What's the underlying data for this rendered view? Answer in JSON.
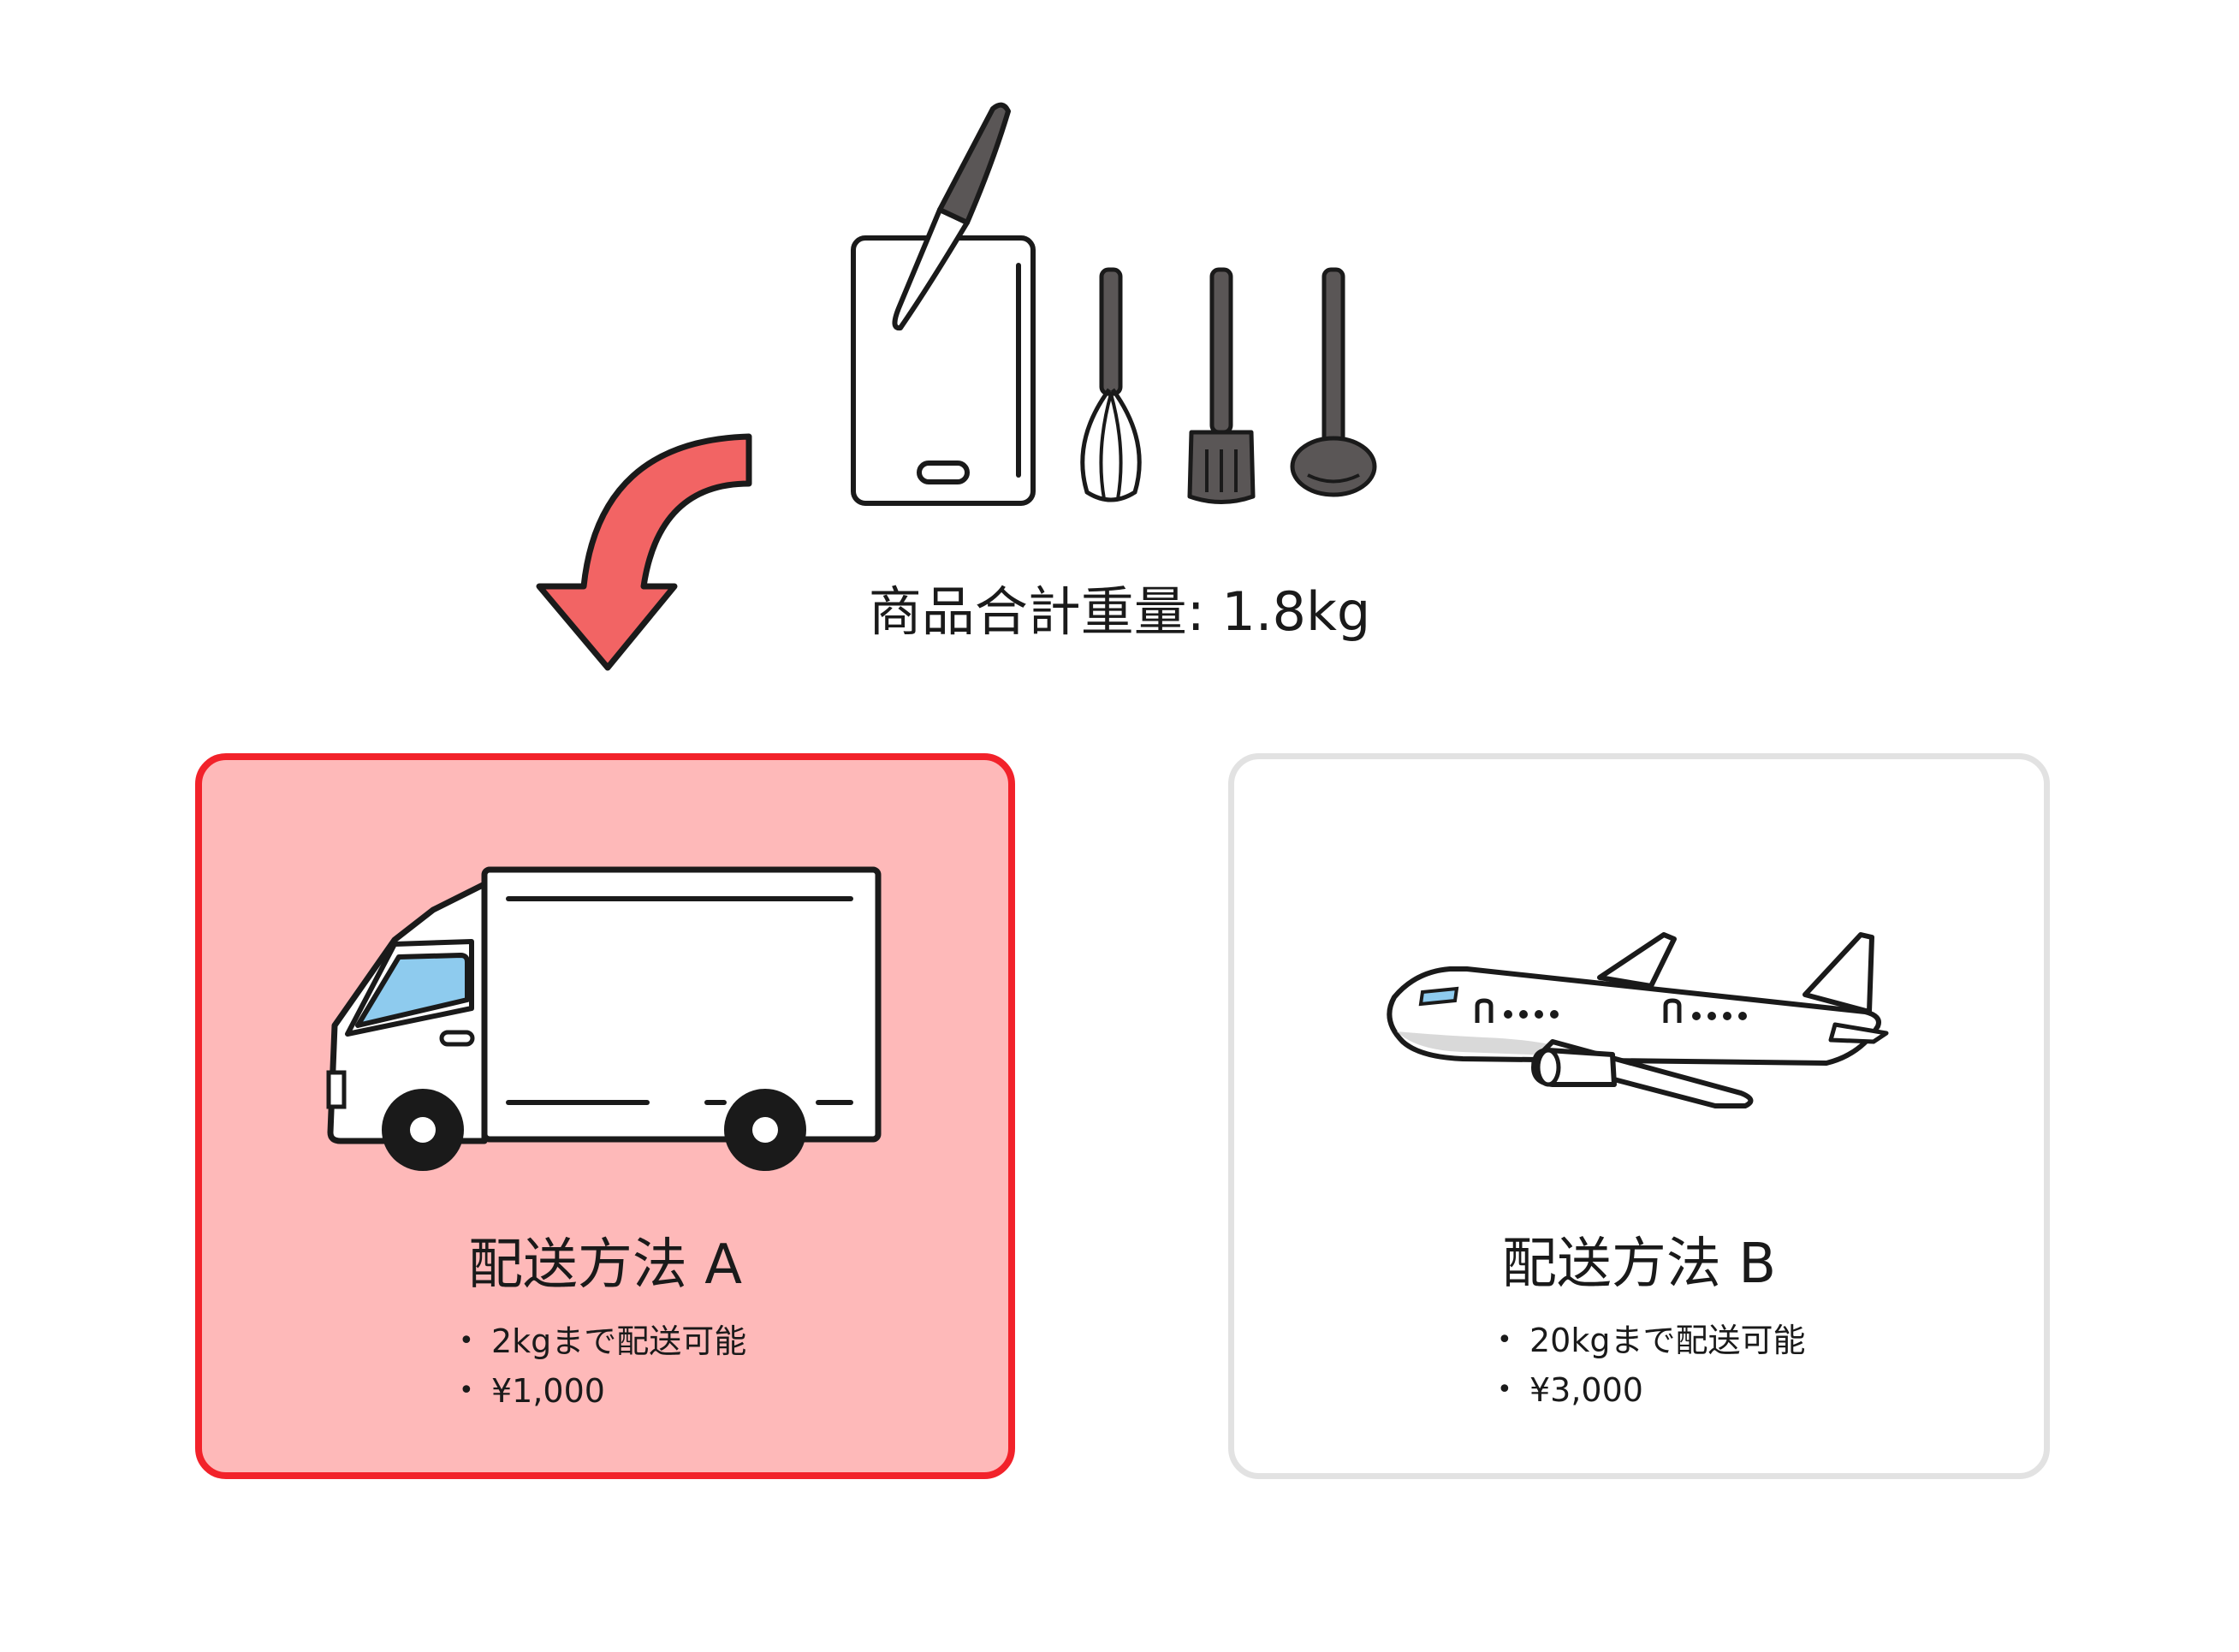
{
  "header": {
    "total_weight": "商品合計重量: 1.8kg"
  },
  "icons": {
    "tools": "kitchen-tools-icon",
    "arrow": "curved-arrow-down-icon",
    "truck": "truck-icon",
    "airplane": "airplane-icon"
  },
  "colors": {
    "selected_fill": "#feb9b9",
    "selected_border": "#f2222a",
    "arrow": "#f26464",
    "unselected_border": "#e2e2e2"
  },
  "shipping_options": [
    {
      "title": "配送方法 A",
      "limit": "2kgまで配送可能",
      "price": "¥1,000",
      "selected": true
    },
    {
      "title": "配送方法 B",
      "limit": "20kgまで配送可能",
      "price": "¥3,000",
      "selected": false
    }
  ],
  "bullet": "•"
}
